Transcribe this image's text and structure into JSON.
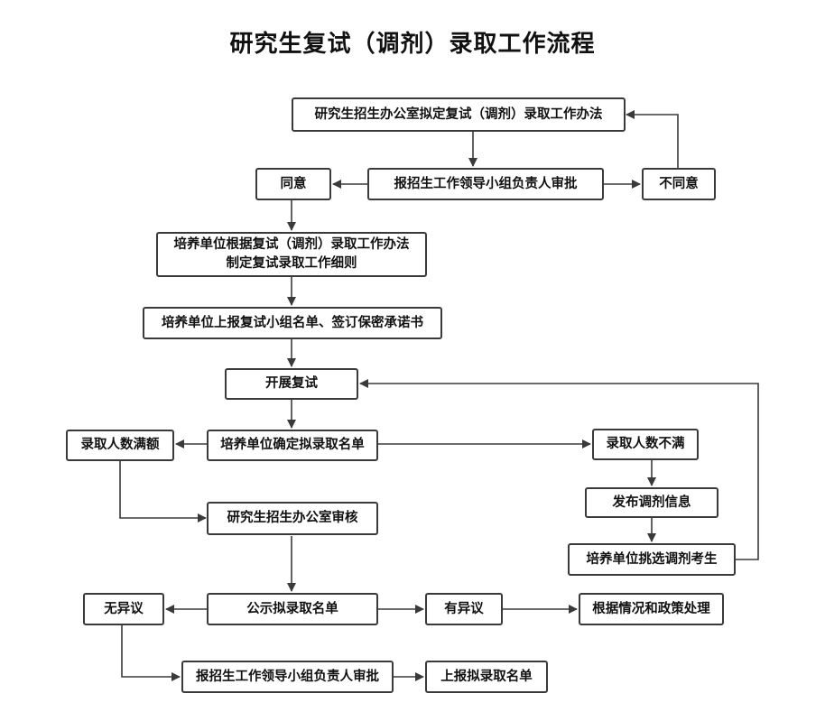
{
  "title": "研究生复试（调剂）录取工作流程",
  "nodes": {
    "draft": "研究生招生办公室拟定复试（调剂）录取工作办法",
    "approve1": "报招生工作领导小组负责人审批",
    "agree": "同意",
    "disagree": "不同意",
    "rules_line1": "培养单位根据复试（调剂）录取工作办法",
    "rules_line2": "制定复试录取工作细则",
    "submit_group": "培养单位上报复试小组名单、签订保密承诺书",
    "conduct": "开展复试",
    "determine": "培养单位确定拟录取名单",
    "full": "录取人数满额",
    "not_full": "录取人数不满",
    "publish": "发布调剂信息",
    "select": "培养单位挑选调剂考生",
    "review": "研究生招生办公室审核",
    "publicize": "公示拟录取名单",
    "no_objection": "无异议",
    "objection": "有异议",
    "handle": "根据情况和政策处理",
    "approve2": "报招生工作领导小组负责人审批",
    "report": "上报拟录取名单"
  },
  "colors": {
    "line": "#3a3a3a",
    "border": "#3a3a3a",
    "background": "#ffffff"
  }
}
